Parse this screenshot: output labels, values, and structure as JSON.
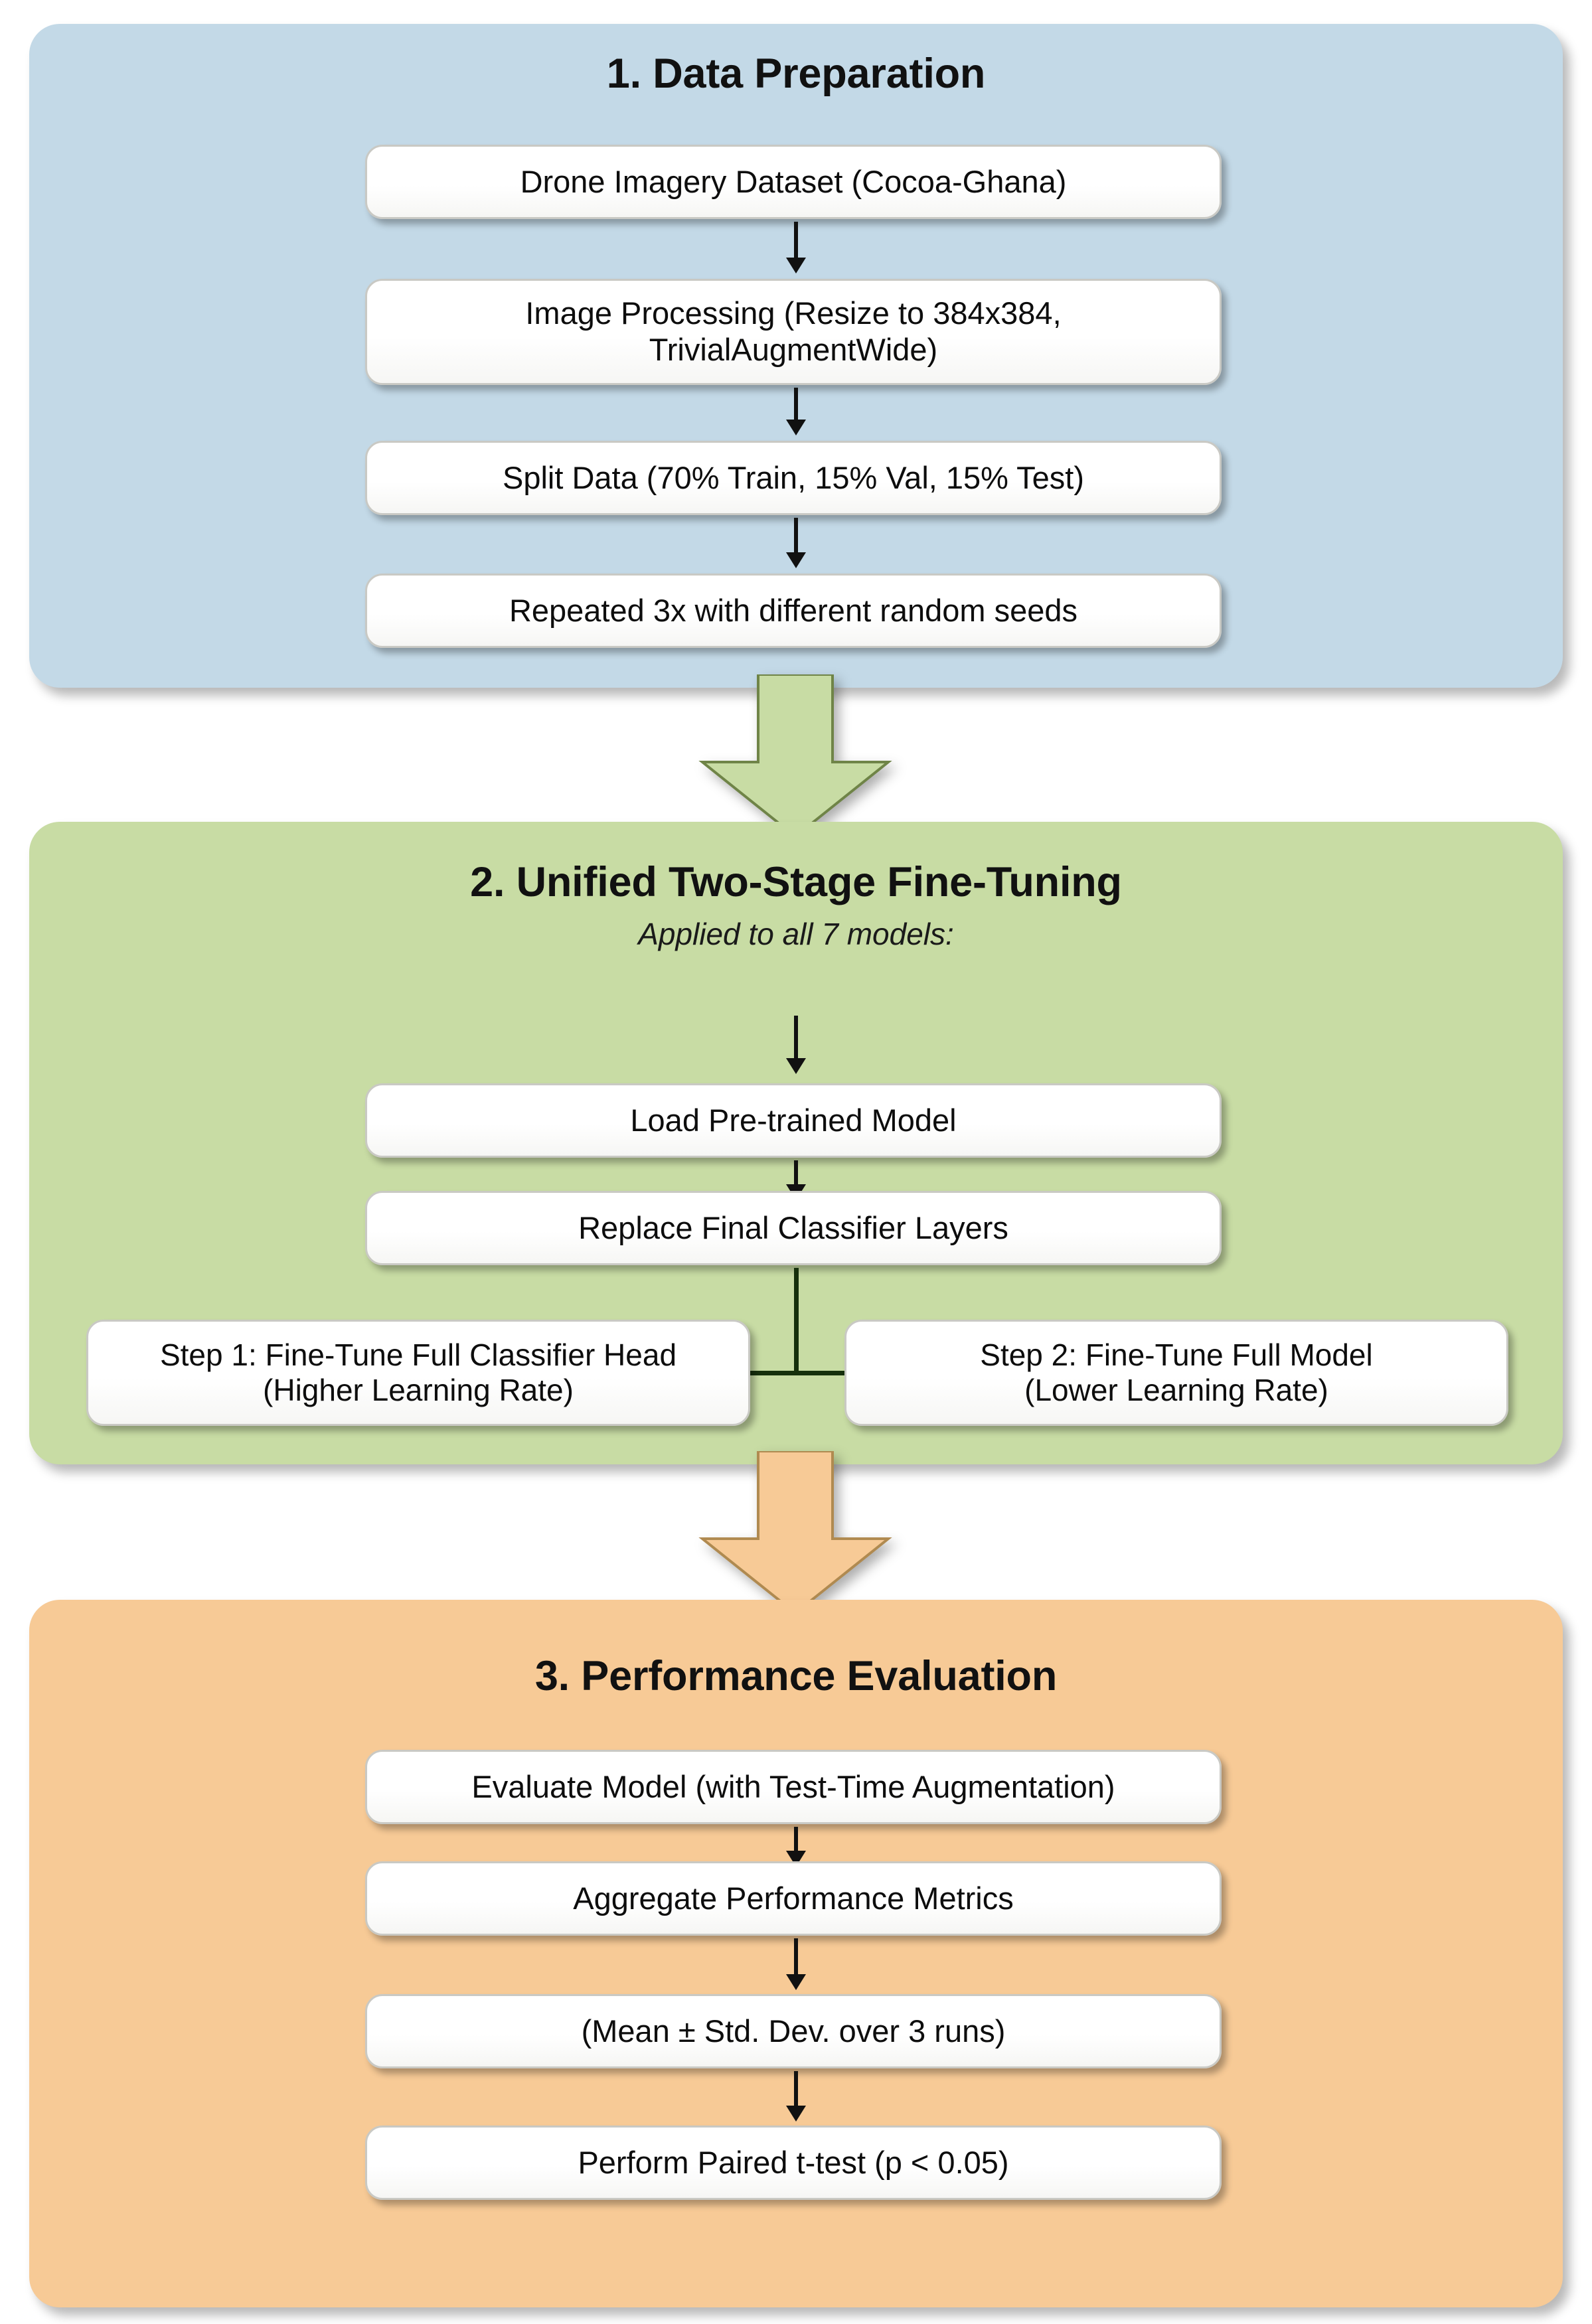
{
  "diagram": {
    "title": "Methodology flowchart",
    "colors": {
      "stage1_bg": "#C3D9E7",
      "stage2_bg": "#C8DCA4",
      "stage3_bg": "#F7CA96",
      "node_bg": "#FFFFFF",
      "connector": "#111111"
    }
  },
  "stage1": {
    "title": "1. Data Preparation",
    "nodes": [
      {
        "label": "Drone Imagery Dataset (Cocoa-Ghana)"
      },
      {
        "label": "Image Processing (Resize to 384x384,\nTrivialAugmentWide)"
      },
      {
        "label": "Split Data (70% Train, 15% Val, 15% Test)"
      },
      {
        "label": "Repeated 3x with different random seeds"
      }
    ]
  },
  "stage2": {
    "title": "2. Unified Two-Stage Fine-Tuning",
    "subtitle": "Applied to all 7 models:",
    "nodes": [
      {
        "label": "Load Pre-trained Model"
      },
      {
        "label": "Replace Final Classifier Layers"
      }
    ],
    "steps": [
      {
        "label": "Step 1: Fine-Tune Full Classifier Head\n(Higher Learning Rate)"
      },
      {
        "label": "Step 2: Fine-Tune Full Model\n(Lower Learning Rate)"
      }
    ]
  },
  "stage3": {
    "title": "3. Performance Evaluation",
    "nodes": [
      {
        "label": "Evaluate Model (with Test-Time Augmentation)"
      },
      {
        "label": "Aggregate Performance Metrics"
      },
      {
        "label": "(Mean ± Std. Dev. over 3 runs)"
      },
      {
        "label": "Perform Paired t-test (p < 0.05)"
      }
    ]
  },
  "connectors": {
    "stage1_to_stage2": "green-block-arrow-down",
    "stage2_to_stage3": "orange-block-arrow-down",
    "step_split": "bidirectional-split-arrow"
  }
}
